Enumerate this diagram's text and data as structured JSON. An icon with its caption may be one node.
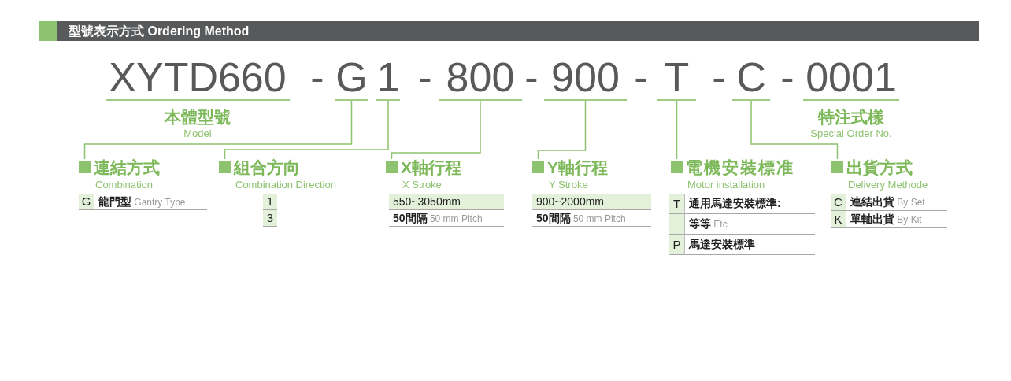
{
  "diagram": {
    "title": "型號表示方式 Ordering Method",
    "nodes": [
      {
        "text": [
          "XYTD660"
        ],
        "beside": [
          "本體型號",
          "Model"
        ]
      },
      {
        "text": [
          "G"
        ]
      },
      {
        "text": [
          "1"
        ]
      },
      {
        "text": [
          "800"
        ]
      },
      {
        "text": [
          "900"
        ]
      },
      {
        "text": [
          "T"
        ]
      },
      {
        "text": [
          "C"
        ]
      },
      {
        "text": [
          "0001"
        ],
        "beside": [
          "特注式樣",
          "Special Order No."
        ]
      },
      {
        "text": [
          "連結方式",
          "Combination"
        ]
      },
      {
        "text": [
          "組合方向",
          "Combination Direction"
        ]
      },
      {
        "text": [
          "X軸行程",
          "X Stroke"
        ]
      },
      {
        "text": [
          "Y軸行程",
          "Y Stroke"
        ]
      },
      {
        "text": [
          "電機安裝標准",
          "Motor installation"
        ]
      },
      {
        "text": [
          "出貨方式",
          "Delivery Methode"
        ]
      }
    ],
    "edges": [
      {
        "from": 1,
        "to": 8,
        "arrow": "none"
      },
      {
        "from": 2,
        "to": 9,
        "arrow": "none"
      },
      {
        "from": 3,
        "to": 10,
        "arrow": "none"
      },
      {
        "from": 4,
        "to": 11,
        "arrow": "none"
      },
      {
        "from": 5,
        "to": 12,
        "arrow": "none"
      },
      {
        "from": 6,
        "to": 13,
        "arrow": "none"
      }
    ],
    "labels": [
      "-",
      "-",
      "-",
      "-",
      "-",
      "-",
      "G",
      "**龍門型** Gantry Type",
      "1",
      "3",
      "550~3050mm",
      "**50間隔** 50 mm Pitch",
      "900~2000mm",
      "**50間隔** 50 mm Pitch",
      "T",
      "通用馬達安裝標準:",
      "**等等** Etc",
      "P",
      "馬達安裝標準",
      "C",
      "**連結出貨** By Set",
      "K",
      "**單軸出貨** By Kit"
    ]
  }
}
